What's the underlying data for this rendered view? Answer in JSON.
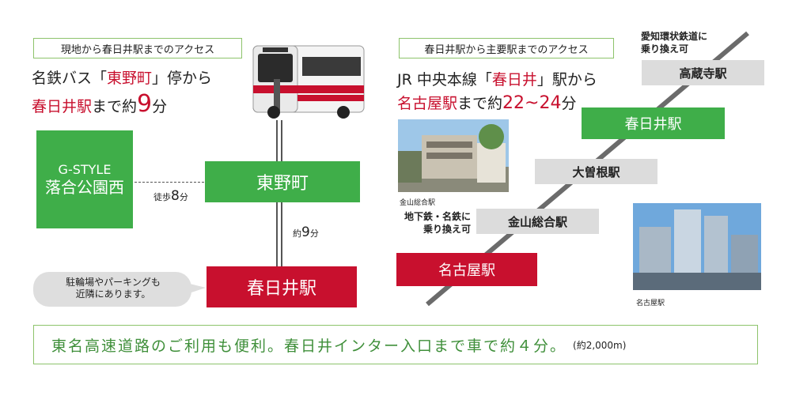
{
  "left": {
    "header": "現地から春日井駅までのアクセス",
    "line1_pre": "名鉄バス「",
    "line1_stop": "東野町",
    "line1_post": "」停から",
    "line2_dest": "春日井駅",
    "line2_mid": "まで約",
    "line2_num": "9",
    "line2_unit": "分",
    "gstyle_en": "G-STYLE",
    "gstyle_jp": "落合公園西",
    "walk_pre": "徒歩",
    "walk_num": "8",
    "walk_unit": "分",
    "bus_stop": "東野町",
    "bus_pre": "約",
    "bus_num": "9",
    "bus_unit": "分",
    "station": "春日井駅",
    "bubble_line1": "駐輪場やパーキングも",
    "bubble_line2": "近隣にあります。"
  },
  "right": {
    "header": "春日井駅から主要駅までのアクセス",
    "line1_pre": "JR 中央本線「",
    "line1_station": "春日井",
    "line1_post": "」駅から",
    "line2_dest": "名古屋駅",
    "line2_mid": "まで約",
    "line2_num": "22~24",
    "line2_unit": "分",
    "note_top_line1": "愛知環状鉄道に",
    "note_top_line2": "乗り換え可",
    "stations": {
      "kozoji": "高蔵寺駅",
      "kasugai": "春日井駅",
      "ozone": "大曽根駅",
      "kanayama": "金山総合駅",
      "nagoya": "名古屋駅"
    },
    "photo1_caption": "金山総合駅",
    "note_mid_line1": "地下鉄・名鉄に",
    "note_mid_line2": "乗り換え可",
    "photo2_caption": "名古屋駅"
  },
  "bottom": {
    "text": "東名高速道路のご利用も便利。春日井インター入口まで車で約４分。",
    "sub": "(約2,000m)"
  },
  "colors": {
    "green": "#3fae49",
    "red": "#c8102e",
    "gray": "#dcdcdc",
    "border_green": "#8dc36b"
  }
}
